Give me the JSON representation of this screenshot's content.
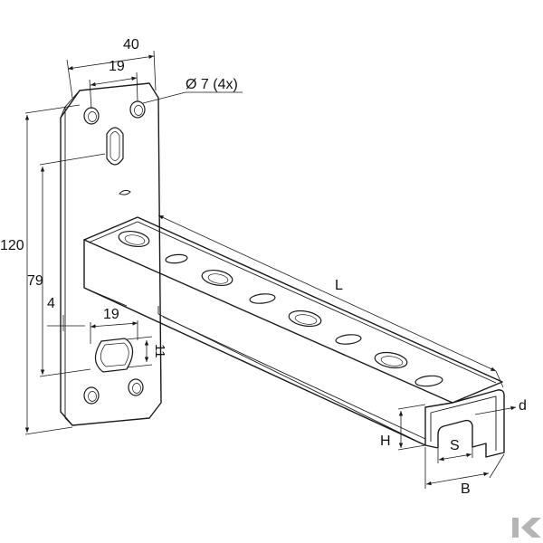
{
  "dimensions": {
    "plate_width": "40",
    "hole_spacing_top": "19",
    "hole_note": "Ø 7 (4x)",
    "total_height": "120",
    "hole_pitch_vertical": "79",
    "offset_small": "4",
    "slot_length": "19",
    "slot_width": "11",
    "length": "L",
    "thickness": "d",
    "height": "H",
    "slot_s": "S",
    "width_b": "B"
  },
  "colors": {
    "line": "#1a1a1a",
    "background": "#ffffff",
    "logo": "#b5b5b5"
  },
  "icons": {
    "logo": "brand-k-logo-icon"
  }
}
